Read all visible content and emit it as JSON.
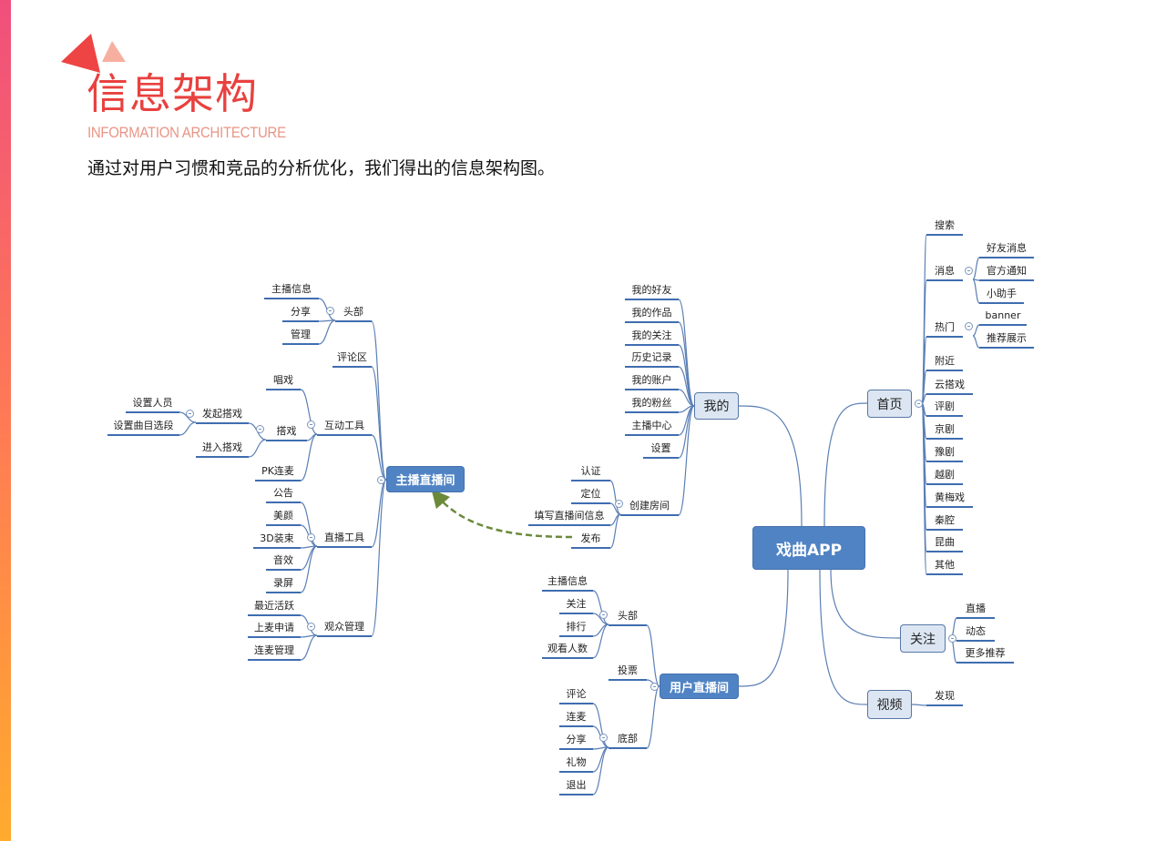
{
  "header": {
    "title": "信息架构",
    "subtitle_en": "INFORMATION ARCHITECTURE",
    "description": "通过对用户习惯和竞品的分析优化，我们得出的信息架构图。"
  },
  "colors": {
    "accent": "#e8413f",
    "node_dark": "#5083c4",
    "node_light": "#dce6f2",
    "line": "#3f6db0",
    "arrow": "#6a8a3a"
  },
  "mindmap": {
    "root": "戏曲APP",
    "home": {
      "label": "首页",
      "items": [
        "搜索",
        "消息",
        "热门",
        "附近",
        "云搭戏",
        "评剧",
        "京剧",
        "豫剧",
        "越剧",
        "黄梅戏",
        "秦腔",
        "昆曲",
        "其他"
      ],
      "messages": [
        "好友消息",
        "官方通知",
        "小助手"
      ],
      "hot": [
        "banner",
        "推荐展示"
      ]
    },
    "follow": {
      "label": "关注",
      "items": [
        "直播",
        "动态",
        "更多推荐"
      ]
    },
    "video": {
      "label": "视频",
      "items": [
        "发现"
      ]
    },
    "mine": {
      "label": "我的",
      "items": [
        "我的好友",
        "我的作品",
        "我的关注",
        "历史记录",
        "我的账户",
        "我的粉丝",
        "主播中心",
        "设置",
        "创建房间"
      ],
      "create_room": [
        "认证",
        "定位",
        "填写直播间信息",
        "发布"
      ]
    },
    "viewer_room": {
      "label": "用户直播间",
      "items": [
        "头部",
        "投票",
        "底部"
      ],
      "header": [
        "主播信息",
        "关注",
        "排行",
        "观看人数"
      ],
      "bottom": [
        "评论",
        "连麦",
        "分享",
        "礼物",
        "退出"
      ]
    },
    "host_room": {
      "label": "主播直播间",
      "items": [
        "头部",
        "评论区",
        "互动工具",
        "直播工具",
        "观众管理"
      ],
      "header": [
        "主播信息",
        "分享",
        "管理"
      ],
      "interact": [
        "唱戏",
        "搭戏",
        "PK连麦"
      ],
      "pair": [
        "发起搭戏",
        "进入搭戏"
      ],
      "start_pair": [
        "设置人员",
        "设置曲目选段"
      ],
      "live_tools": [
        "公告",
        "美颜",
        "3D装束",
        "音效",
        "录屏"
      ],
      "audience": [
        "最近活跃",
        "上麦申请",
        "连麦管理"
      ]
    }
  }
}
